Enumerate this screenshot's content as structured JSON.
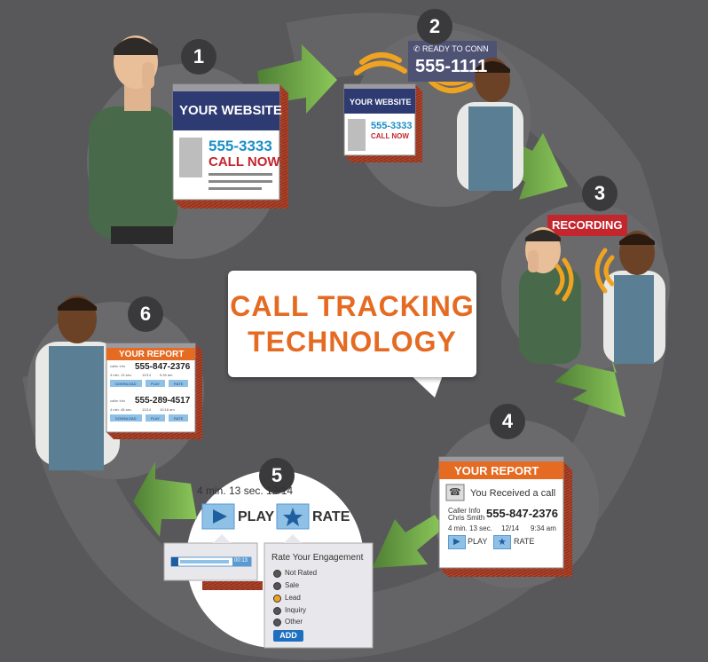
{
  "title": {
    "line1": "CALL TRACKING",
    "line2": "TECHNOLOGY"
  },
  "steps": [
    "1",
    "2",
    "3",
    "4",
    "5",
    "6"
  ],
  "step1": {
    "banner": "YOUR WEBSITE",
    "phone": "555-3333",
    "cta": "CALL NOW"
  },
  "step2": {
    "banner": "YOUR WEBSITE",
    "phone": "555-3333",
    "cta": "CALL NOW",
    "status": "READY TO CONN",
    "forward_phone": "555-1111"
  },
  "step3": {
    "badge": "RECORDING"
  },
  "step4": {
    "header": "YOUR REPORT",
    "notice": "You Received a call",
    "caller_label1": "Caller Info",
    "caller_label2": "Chris Smith",
    "phone": "555-847-2376",
    "duration": "4 min. 13 sec.",
    "date": "12/14",
    "time": "9:34 am",
    "play": "PLAY",
    "rate": "RATE"
  },
  "step5": {
    "top_text": "4 min. 13 sec.     12/14",
    "play": "PLAY",
    "rate": "RATE",
    "audio_time": "00:13",
    "rate_title": "Rate Your Engagement",
    "options": [
      "Not Rated",
      "Sale",
      "Lead",
      "Inquiry",
      "Other"
    ],
    "selected": "Lead",
    "add": "ADD"
  },
  "step6": {
    "header": "YOUR REPORT",
    "calls": [
      {
        "info": "caller info",
        "phone": "555-847-2376",
        "duration": "4 min. 13 sec.",
        "date": "12/14",
        "time": "9:34 am"
      },
      {
        "info": "caller info",
        "phone": "555-289-4517",
        "duration": "4 min. 48 sec.",
        "date": "12/14",
        "time": "10:16 am"
      }
    ],
    "download": "DOWNLOAD",
    "play": "PLAY",
    "rate": "RATE"
  },
  "colors": {
    "background": "#58585a",
    "accent_orange": "#e56a22",
    "arrow_green": "#7ab648",
    "banner_navy": "#2e3a72",
    "cta_red": "#c4262e",
    "phone_blue": "#1a8fc4"
  }
}
